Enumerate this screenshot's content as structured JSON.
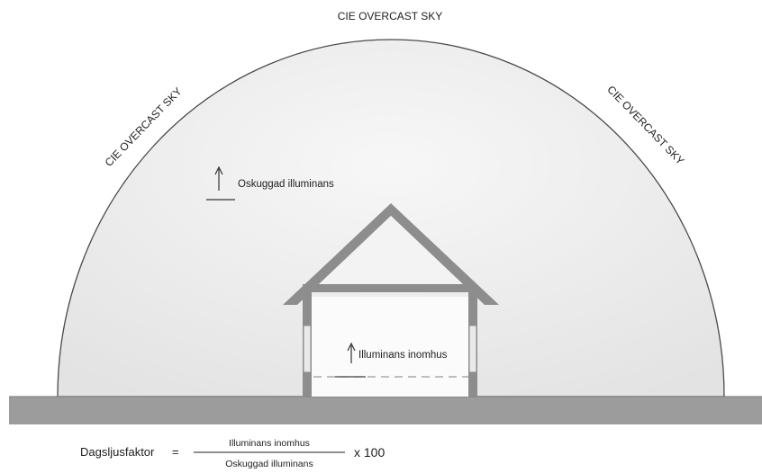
{
  "sky": {
    "top_label": "CIE OVERCAST SKY",
    "left_label": "CIE OVERCAST SKY",
    "right_label": "CIE OVERCAST SKY"
  },
  "outdoor": {
    "label": "Oskuggad illuminans"
  },
  "indoor": {
    "label": "Illuminans inomhus"
  },
  "formula": {
    "lhs": "Dagsljusfaktor",
    "equals": "=",
    "numerator": "Illuminans inomhus",
    "denominator": "Oskuggad illuminans",
    "multiplier": "x 100"
  }
}
